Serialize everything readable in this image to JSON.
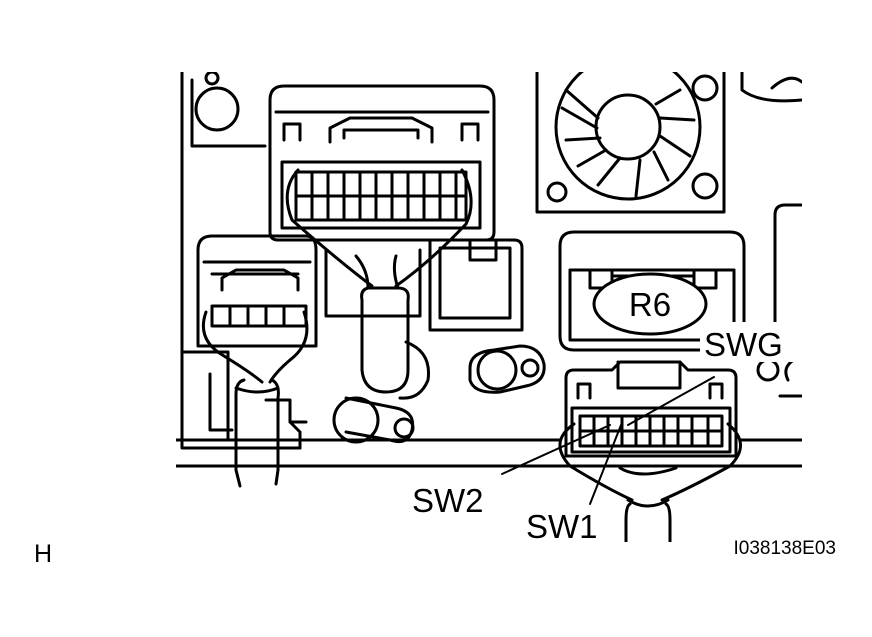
{
  "labels": {
    "connector": "R6",
    "terminal_swg": "SWG",
    "terminal_sw2": "SW2",
    "terminal_sw1": "SW1",
    "view_letter": "H",
    "figure_code": "I038138E03"
  },
  "colors": {
    "line": "#000000",
    "background": "#ffffff"
  }
}
